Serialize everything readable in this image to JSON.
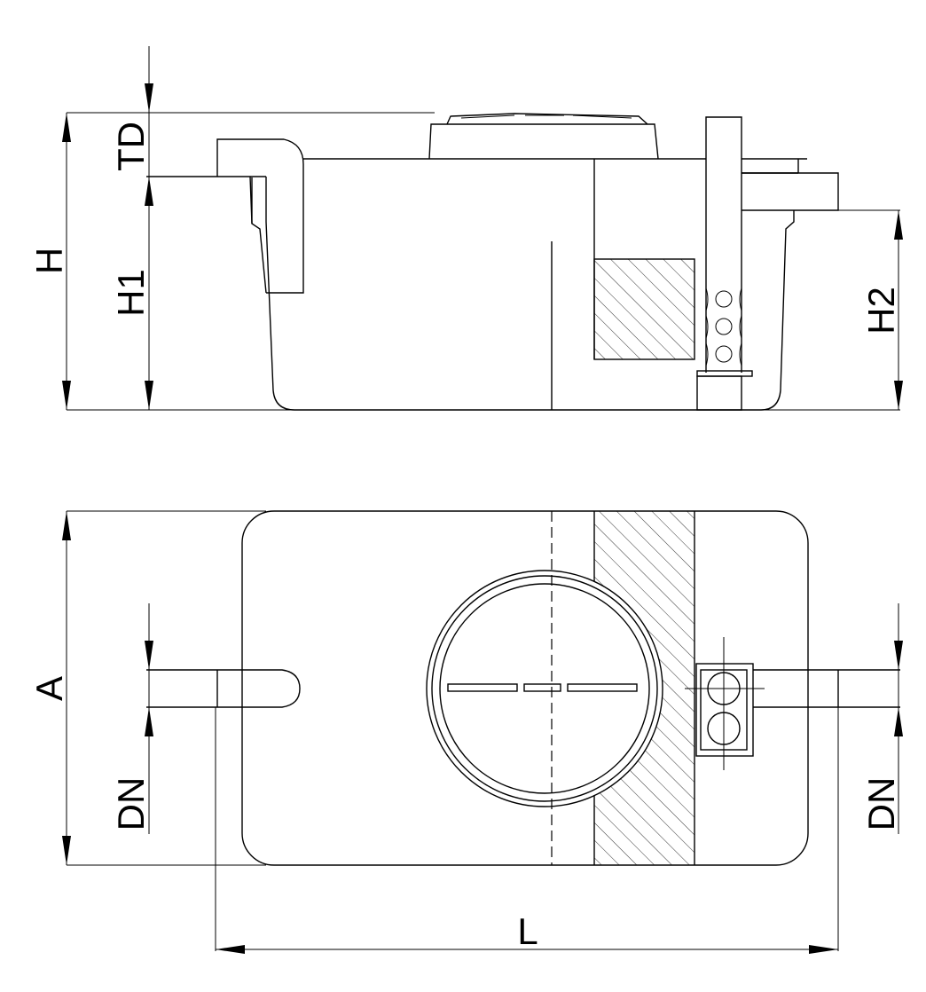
{
  "drawing": {
    "side_view_labels": {
      "td": "TD",
      "h": "H",
      "h1": "H1",
      "h2": "H2"
    },
    "top_view_labels": {
      "a": "A",
      "dn_left": "DN",
      "dn_right": "DN",
      "l": "L"
    },
    "colors": {
      "line": "#000000",
      "background": "#ffffff"
    }
  }
}
